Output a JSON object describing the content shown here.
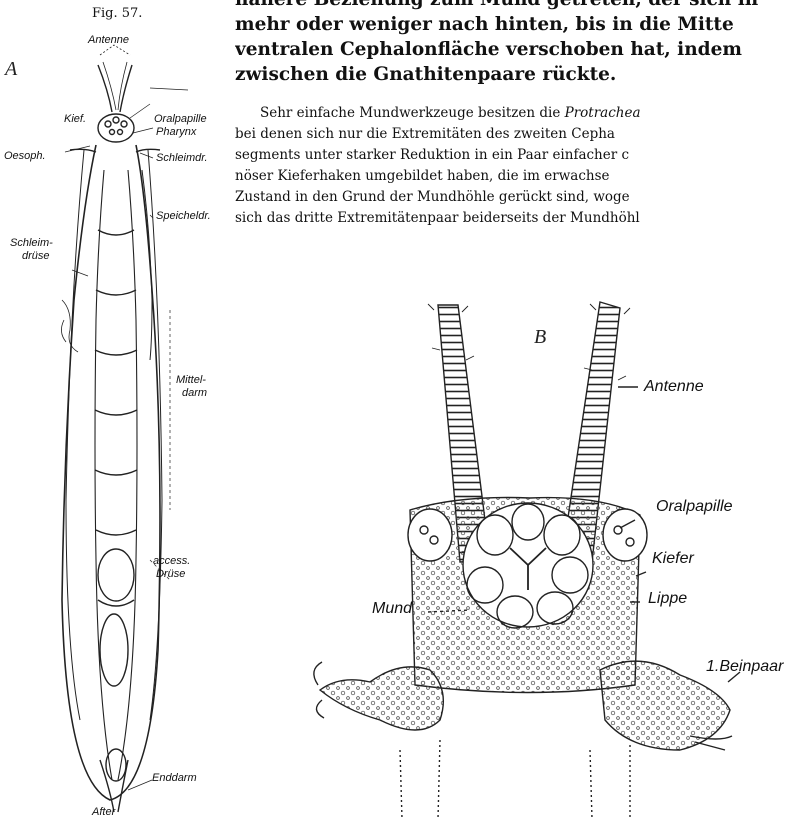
{
  "figure": {
    "number_label": "Fig. 57.",
    "panel_a_letter": "A",
    "panel_b_letter": "B",
    "labels_a": {
      "antenne": "Antenne",
      "kief": "Kief.",
      "oralpapille": "Oralpapille",
      "pharynx": "Pharynx",
      "oesoph": "Oesoph.",
      "schleimdr": "Schleimdr.",
      "speicheldr": "Speicheldr.",
      "schleim": "Schleim-",
      "druese": "drüse",
      "mittel": "Mittel-",
      "darm": "darm",
      "access": "access.",
      "druese2": "Drüse",
      "enddarm": "Enddarm",
      "after": "After"
    },
    "labels_b": {
      "antenne": "Antenne",
      "oralpapille": "Oralpapille",
      "kiefer": "Kiefer",
      "lippe": "Lippe",
      "mund": "Mund",
      "beinpaar": "1.Beinpaar"
    }
  },
  "text": {
    "bold_lines": [
      "nähere Beziehung zum Mund getreten, der sich in",
      "mehr oder weniger nach hinten, bis in die Mitte",
      "ventralen Cephalonfläche verschoben hat, indem",
      "zwischen die Gnathitenpaare rückte."
    ],
    "para_start": "Sehr einfache Mundwerkzeuge besitzen die ",
    "para_taxon": "Protrachea",
    "para_lines": [
      "bei denen sich nur die Extremitäten des zweiten Cepha",
      "segments unter starker Reduktion in ein Paar einfacher c",
      "nöser Kieferhaken umgebildet haben, die im erwachse",
      "Zustand in den Grund der Mundhöhle gerückt sind, woge",
      "sich das dritte Extremitätenpaar beiderseits der Mundhöhl"
    ]
  }
}
